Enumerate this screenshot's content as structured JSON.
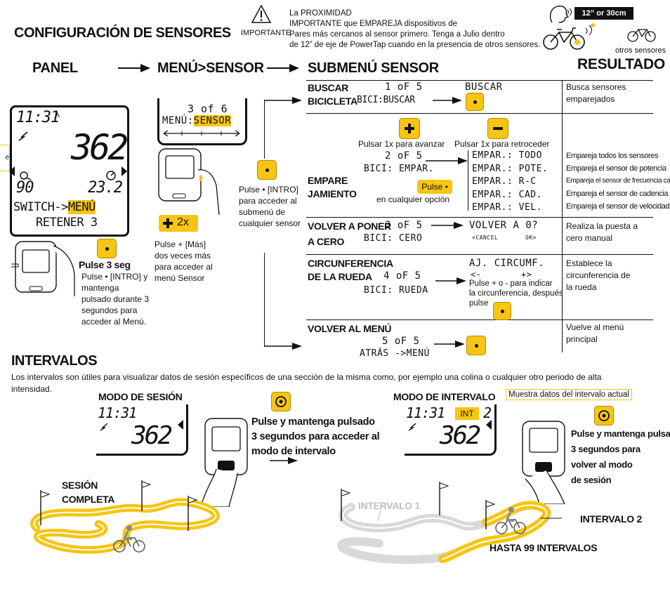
{
  "header": {
    "title": "CONFIGURACIÓN DE SENSORES",
    "important_label": "IMPORTANTE",
    "notice_title": "La PROXIMIDAD",
    "notice_line1": "IMPORTANTE que EMPAREJA dispositivos de",
    "notice_line2": "Pares más cercanos al sensor primero. Tenga a Julio dentro",
    "notice_line3": "de 12” de eje de PowerTap cuando en la presencia de otros sensores.",
    "distance_badge": "12” or 30cm",
    "other_sensors": "otros sensores"
  },
  "columns": {
    "panel": "PANEL",
    "menu_sensor": "MENÚ>SENSOR",
    "submenu": "SUBMENÚ SENSOR",
    "result": "RESULTADO"
  },
  "panel_lcd": {
    "time": "11:31",
    "am": "A",
    "power": "362",
    "left_val": "90",
    "right_val": "23.2",
    "line1_a": "SWITCH->",
    "line1_b": "MENÚ",
    "line2": "RETENER 3",
    "side_tab": "e"
  },
  "panel_instr": {
    "bold": "Pulse 3 seg",
    "text1": "Pulse • [INTRO] y",
    "text2": "mantenga",
    "text3": "pulsado durante 3",
    "text4": "segundos para",
    "text5": "acceder al Menú."
  },
  "menu_lcd": {
    "line1": "3 of 6",
    "line2_a": "MENÚ:",
    "line2_b": "SENSOR"
  },
  "menu_instr": {
    "badge": "2x",
    "text1": "Pulse + [Más]",
    "text2": "dos veces más",
    "text3": "para acceder al",
    "text4": "menú Sensor"
  },
  "submenu_instr": {
    "text1": "Pulse • [INTRO]",
    "text2": "para acceder al",
    "text3": "submenú de",
    "text4": "cualquier sensor"
  },
  "rows": {
    "bicicleta": {
      "label1": "BUSCAR",
      "label2": "BICICLETA",
      "lcd_top": "1 oF 5",
      "lcd_bottom": "BICI:BUSCAR",
      "lcd_result": "BUSCAR",
      "result1": "Busca sensores",
      "result2": "emparejados"
    },
    "emparejamiento": {
      "label1": "EMPARE",
      "label2": "JAMIENTO",
      "advance": "Pulsar 1x para avanzar",
      "back": "Pulsar 1x para retroceder",
      "lcd_top": "2 oF 5",
      "lcd_bottom": "BICI:  EMPAR.",
      "pulse_pill": "Pulse •",
      "any_option": "en cualquier opción",
      "options": [
        "EMPAR.: TODO",
        "EMPAR.: POTE.",
        "EMPAR.: R-C",
        "EMPAR.: CAD.",
        "EMPAR.: VEL."
      ],
      "results": [
        "Empareja todos los sensores",
        "Empareja el sensor de potencia",
        "Empareja el sensor de frecuencia card",
        "Empareja el sensor de cadencia",
        "Empareja el sensor de velocidad"
      ]
    },
    "cero": {
      "label1": "VOLVER A PONER",
      "label2": "A CERO",
      "lcd_top": "3 oF 5",
      "lcd_bottom": "BICI:  CERO",
      "lcd_result": "VOLVER A 0?",
      "cancel": "<CANCEL",
      "ok": "OK>",
      "result1": "Realiza la puesta a",
      "result2": "cero manual"
    },
    "rueda": {
      "label1": "CIRCUNFERENCIA",
      "label2": "DE LA RUEDA",
      "lcd_top": "4 oF 5",
      "lcd_bottom": "BICI:  RUEDA",
      "lcd_result1": "AJ. CIRCUMF.",
      "lcd_result2_l": "<-",
      "lcd_result2_r": "+>",
      "instr1": "Pulse + o - para indicar",
      "instr2": "la circunferencia, después",
      "instr3": "pulse",
      "result1": "Establece la",
      "result2": "circunferencia de",
      "result3": "la rueda"
    },
    "menu": {
      "label1": "VOLVER AL MENÚ",
      "lcd_top": "5 oF 5",
      "lcd_bottom": "ATRÁS ->MENÚ",
      "result1": "Vuelve al menú",
      "result2": "principal"
    }
  },
  "intervals": {
    "title": "INTERVALOS",
    "desc1": "Los intervalos son útiles para visualizar datos de sesión específicos de una sección de la misma como, por ejemplo una colina o cualquier otro periodo de alta",
    "desc2": "intensidad.",
    "session_mode": "MODO DE SESIÓN",
    "session_time": "11:31",
    "session_power": "362",
    "session_instr1": "Pulse y mantenga pulsado",
    "session_instr2": "3 segundos para acceder al",
    "session_instr3": "modo de intervalo",
    "session_complete1": "SESIÓN",
    "session_complete2": "COMPLETA",
    "interval_mode": "MODO DE INTERVALO",
    "interval_note": "Muestra datos del intervalo actual",
    "interval_time": "11:31",
    "interval_badge": "INT",
    "interval_num": "2",
    "interval_power": "362",
    "interval_instr1": "Pulse y mantenga pulsado",
    "interval_instr2": "3 segundos para",
    "interval_instr3": "volver al modo",
    "interval_instr4": "de sesión",
    "interval1": "INTERVALO 1",
    "interval2": "INTERVALO 2",
    "up_to": "HASTA 99 INTERVALOS"
  },
  "colors": {
    "accent": "#f7c512",
    "ink": "#111111",
    "grey_track": "#d9d9d9"
  }
}
